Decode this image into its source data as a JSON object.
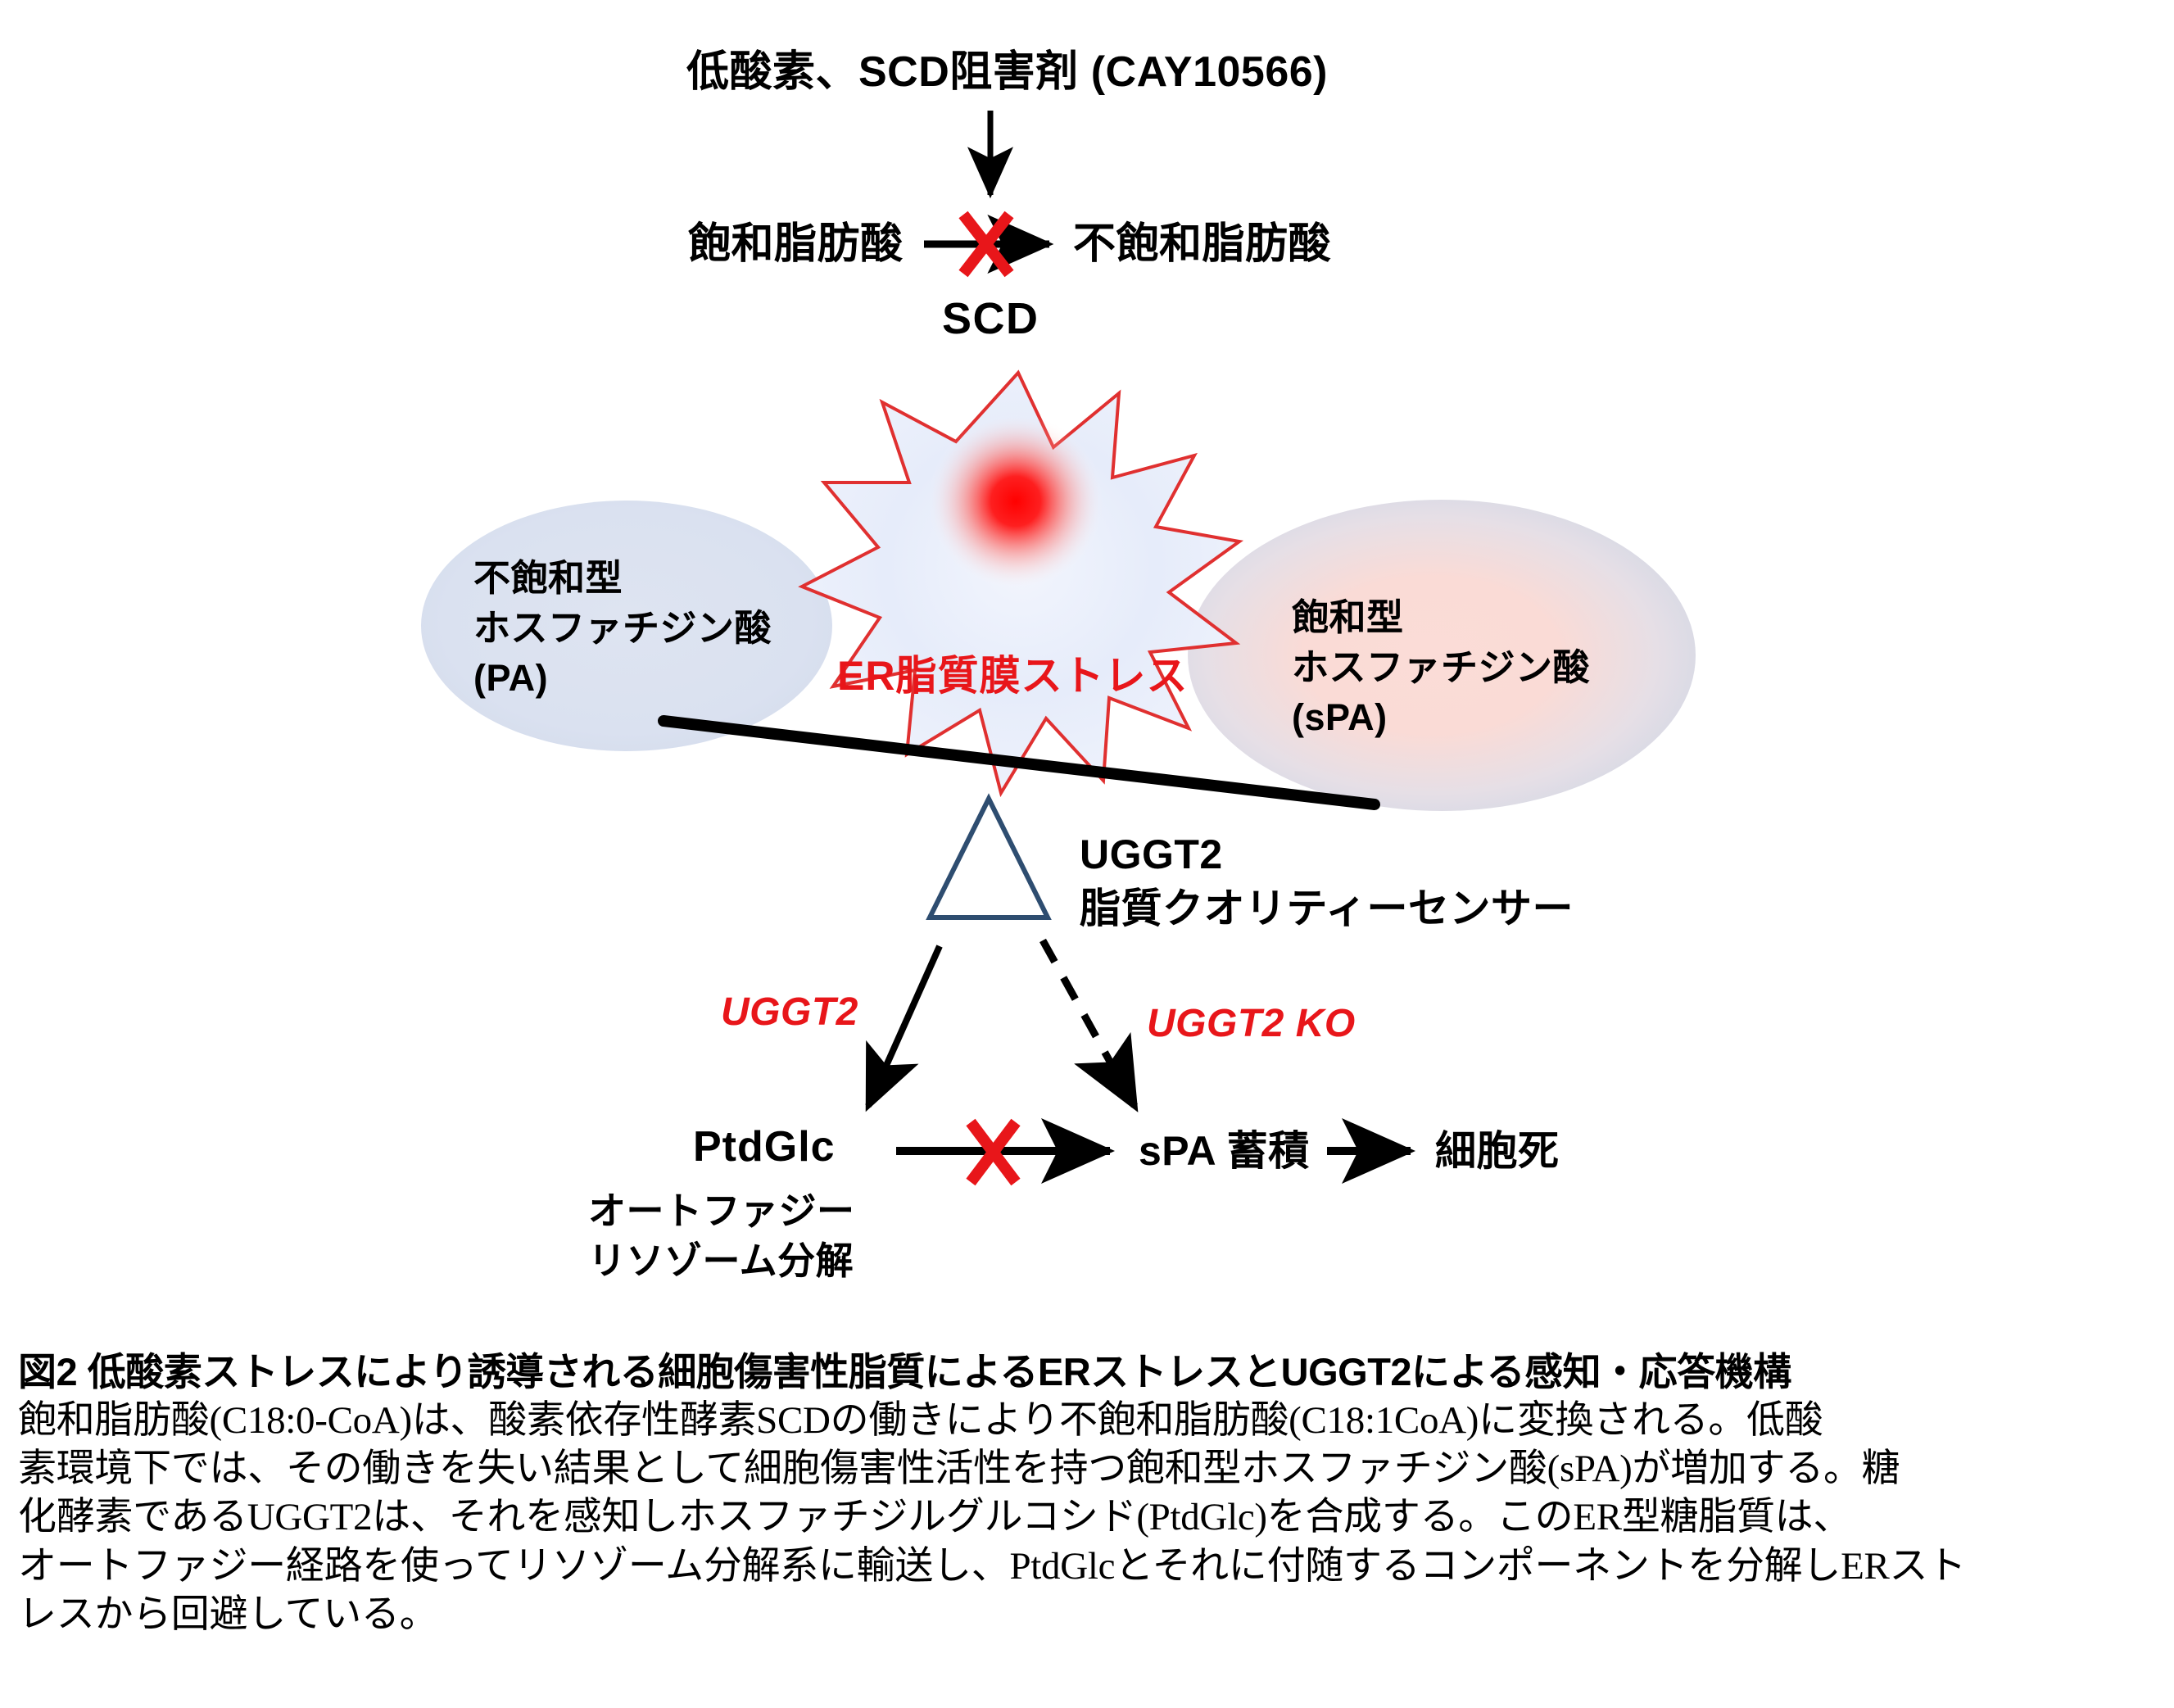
{
  "figure": {
    "stimulus": "低酸素、SCD阻害剤 (CAY10566)",
    "saturated_fa": "飽和脂肪酸",
    "unsaturated_fa": "不飽和脂肪酸",
    "enzyme_scd": "SCD",
    "er_stress": "ER脂質膜ストレス",
    "ellipse_left": "不飽和型\nホスファチジン酸\n(PA)",
    "ellipse_right": "飽和型\nホスファチジン酸\n(sPA)",
    "sensor": "UGGT2\n脂質クオリティーセンサー",
    "branch_left": "UGGT2",
    "branch_right": "UGGT2 KO",
    "ptdglc": "PtdGlc",
    "autophagy": "オートファジー\nリソゾーム分解",
    "spa_accumulation": "sPA 蓄積",
    "cell_death": "細胞死",
    "colors": {
      "red": "#e8161a",
      "black": "#000000",
      "ellipse_blue": "#dbe2f0",
      "ellipse_pink": "#fadcd8",
      "fulcrum_outline": "#2e4d70",
      "burst_outline": "#e03030",
      "burst_fill": "#e8eefb",
      "burst_core": "#ff0000"
    }
  },
  "caption": {
    "title": "図2 低酸素ストレスにより誘導される細胞傷害性脂質によるERストレスとUGGT2による感知・応答機構",
    "lines": [
      "飽和脂肪酸(C18:0-CoA)は、酸素依存性酵素SCDの働きにより不飽和脂肪酸(C18:1CoA)に変換される。低酸",
      "素環境下では、その働きを失い結果として細胞傷害性活性を持つ飽和型ホスファチジン酸(sPA)が増加する。糖",
      "化酵素であるUGGT2は、それを感知しホスファチジルグルコシド(PtdGlc)を合成する。このER型糖脂質は、",
      "オートファジー経路を使ってリソゾーム分解系に輸送し、PtdGlcとそれに付随するコンポーネントを分解しERスト",
      "レスから回避している。"
    ]
  }
}
